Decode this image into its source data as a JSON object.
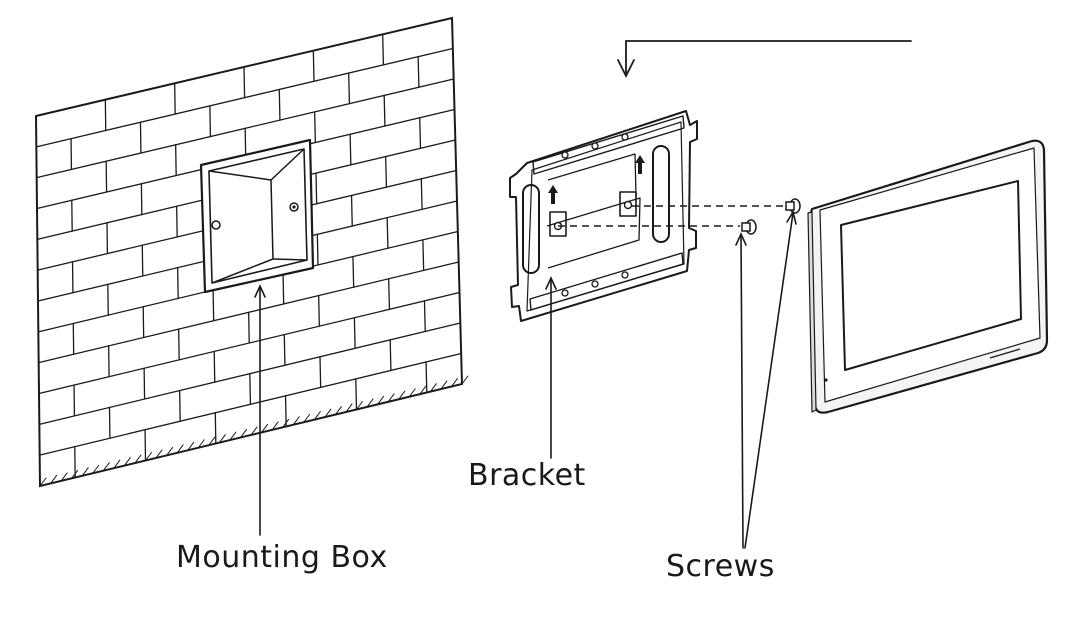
{
  "labels": {
    "mounting_box": "Mounting Box",
    "bracket": "Bracket",
    "screws": "Screws"
  },
  "colors": {
    "line": "#1a1a1a",
    "screen": "#ffffff",
    "bezel": "#f4f4f4"
  }
}
